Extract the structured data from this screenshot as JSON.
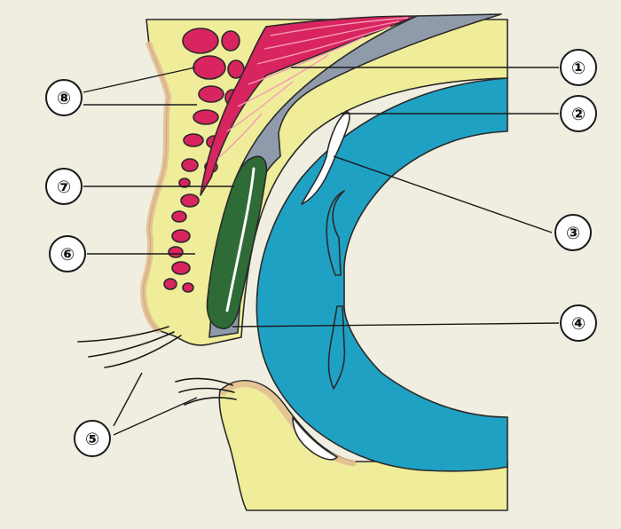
{
  "colors": {
    "background": "#efeee0",
    "tissue_fill": "#f0ed9a",
    "skin_edge": "#e3bf93",
    "outline": "#2a2a2a",
    "muscle": "#d8245f",
    "muscle_striation": "#f59ab5",
    "septum": "#8f9bab",
    "tarsal_gland": "#2e6b36",
    "eyeball": "#1fa1c4",
    "conjunctival_sac": "#ffffff",
    "callout_fill": "#ffffff",
    "callout_line": "#1a1a1a"
  },
  "callouts": [
    {
      "id": "1",
      "label": "①"
    },
    {
      "id": "2",
      "label": "②"
    },
    {
      "id": "3",
      "label": "③"
    },
    {
      "id": "4",
      "label": "④"
    },
    {
      "id": "5",
      "label": "⑤"
    },
    {
      "id": "6",
      "label": "⑥"
    },
    {
      "id": "7",
      "label": "⑦"
    },
    {
      "id": "8",
      "label": "⑧"
    }
  ]
}
